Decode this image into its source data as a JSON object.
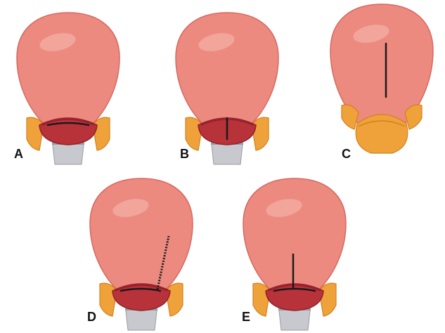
{
  "panels": [
    {
      "label": "A",
      "incision": "low-transverse"
    },
    {
      "label": "B",
      "incision": "low-vertical"
    },
    {
      "label": "C",
      "incision": "classical-vertical-fundal"
    },
    {
      "label": "D",
      "incision": "j-shaped"
    },
    {
      "label": "E",
      "incision": "t-shaped"
    }
  ],
  "colors": {
    "uterus_fill": "#ec8a80",
    "uterus_shadow": "#d8675f",
    "uterus_highlight": "#f6b8ae",
    "ligament": "#e8837c",
    "lower_segment": "#b8323a",
    "lower_segment_rim": "#8f1f2a",
    "bladder": "#f0a23a",
    "bladder_dark": "#d47f1c",
    "cervix": "#c7c9cf",
    "cervix_dark": "#9a9ca3",
    "incision": "#1a1a1a",
    "label": "#111111"
  }
}
